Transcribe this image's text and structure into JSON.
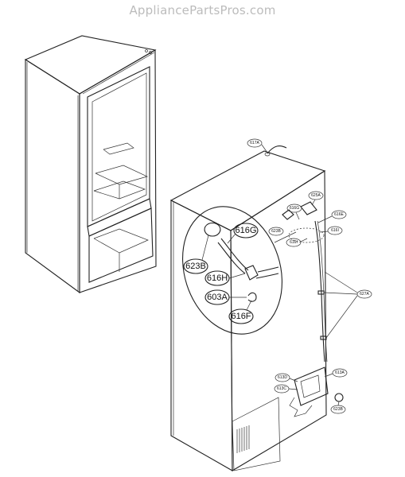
{
  "watermark": "AppliancePartsPros.com",
  "callouts_large": {
    "c616G": "616G",
    "c623B": "623B",
    "c616H": "616H",
    "c603A": "603A",
    "c616F": "616F"
  },
  "callouts_small": {
    "s617A": "617A",
    "s623B": "623B",
    "s616G": "616G",
    "s625A": "625A",
    "s616E": "616E",
    "s616I_top": "616I",
    "s616I_mid": "616I",
    "s627A": "627A",
    "s613D": "613D",
    "s613C": "613C",
    "s613A": "613A",
    "s623B_low": "623B"
  },
  "colors": {
    "line": "#222222",
    "watermark": "#bcbcbc",
    "background": "#ffffff"
  }
}
